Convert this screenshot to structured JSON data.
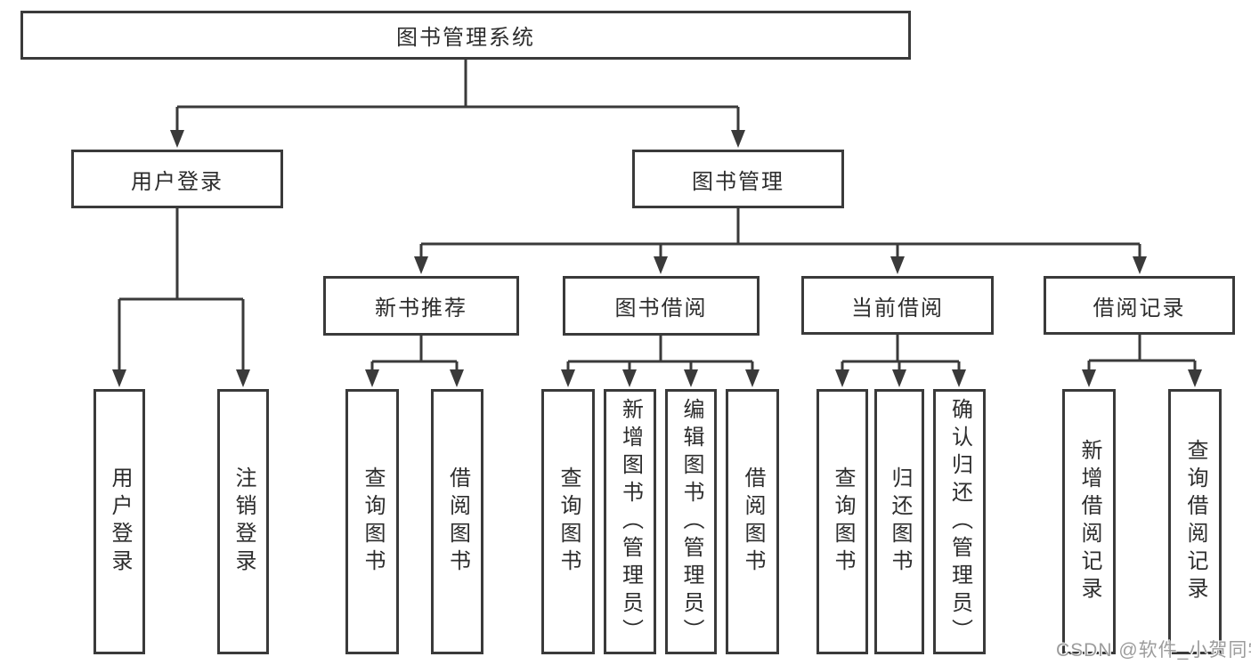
{
  "diagram": {
    "tree": {
      "label": "图书管理系统",
      "children": [
        {
          "label": "用户登录",
          "children": [
            {
              "label": "用户登录"
            },
            {
              "label": "注销登录"
            }
          ]
        },
        {
          "label": "图书管理",
          "children": [
            {
              "label": "新书推荐",
              "children": [
                {
                  "label": "查询图书"
                },
                {
                  "label": "借阅图书"
                }
              ]
            },
            {
              "label": "图书借阅",
              "children": [
                {
                  "label": "查询图书"
                },
                {
                  "label": "新增图书（管理员）"
                },
                {
                  "label": "编辑图书（管理员）"
                },
                {
                  "label": "借阅图书"
                }
              ]
            },
            {
              "label": "当前借阅",
              "children": [
                {
                  "label": "查询图书"
                },
                {
                  "label": "归还图书"
                },
                {
                  "label": "确认归还（管理员）"
                }
              ]
            },
            {
              "label": "借阅记录",
              "children": [
                {
                  "label": "新增借阅记录"
                },
                {
                  "label": "查询借阅记录"
                }
              ]
            }
          ]
        }
      ]
    }
  },
  "watermark": "CSDN @软件_小贺同学",
  "colors": {
    "line": "#3a3a3a",
    "text": "#2d2d2d",
    "watermark": "#9c9c9c",
    "background": "#ffffff"
  }
}
